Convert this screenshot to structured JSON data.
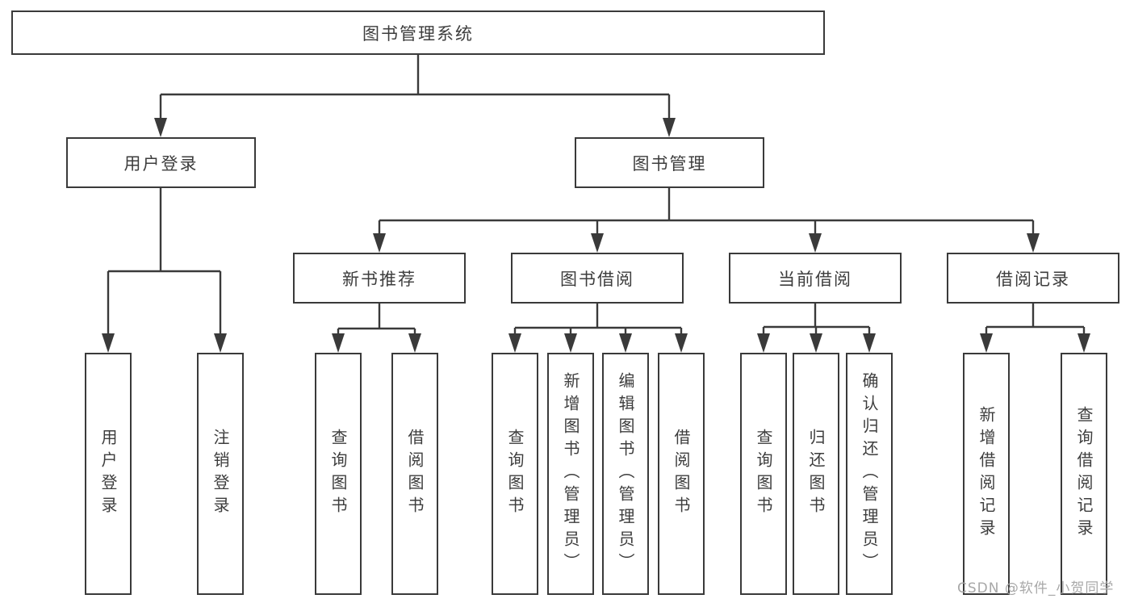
{
  "diagram": {
    "title": "图书管理系统",
    "root": {
      "label": "图书管理系统"
    },
    "level2": [
      {
        "id": "user-login",
        "label": "用户登录"
      },
      {
        "id": "book-management",
        "label": "图书管理"
      }
    ],
    "level3": [
      {
        "id": "new-book-recommend",
        "label": "新书推荐",
        "parent": "图书管理"
      },
      {
        "id": "book-borrow",
        "label": "图书借阅",
        "parent": "图书管理"
      },
      {
        "id": "current-borrow",
        "label": "当前借阅",
        "parent": "图书管理"
      },
      {
        "id": "borrow-records",
        "label": "借阅记录",
        "parent": "图书管理"
      }
    ],
    "leaves": [
      {
        "label": "用户登录",
        "parent": "用户登录"
      },
      {
        "label": "注销登录",
        "parent": "用户登录"
      },
      {
        "label": "查询图书",
        "parent": "新书推荐"
      },
      {
        "label": "借阅图书",
        "parent": "新书推荐"
      },
      {
        "label": "查询图书",
        "parent": "图书借阅"
      },
      {
        "label": "新增图书（管理员）",
        "parent": "图书借阅"
      },
      {
        "label": "编辑图书（管理员）",
        "parent": "图书借阅"
      },
      {
        "label": "借阅图书",
        "parent": "图书借阅"
      },
      {
        "label": "查询图书",
        "parent": "当前借阅"
      },
      {
        "label": "归还图书",
        "parent": "当前借阅"
      },
      {
        "label": "确认归还（管理员）",
        "parent": "当前借阅"
      },
      {
        "label": "新增借阅记录",
        "parent": "借阅记录"
      },
      {
        "label": "查询借阅记录",
        "parent": "借阅记录"
      }
    ]
  },
  "watermark": {
    "text": "CSDN @软件_小贺同学"
  },
  "colors": {
    "line": "#3a3a3a",
    "text": "#3d3d3d",
    "background": "#ffffff",
    "watermark": "#a8a8a8"
  }
}
